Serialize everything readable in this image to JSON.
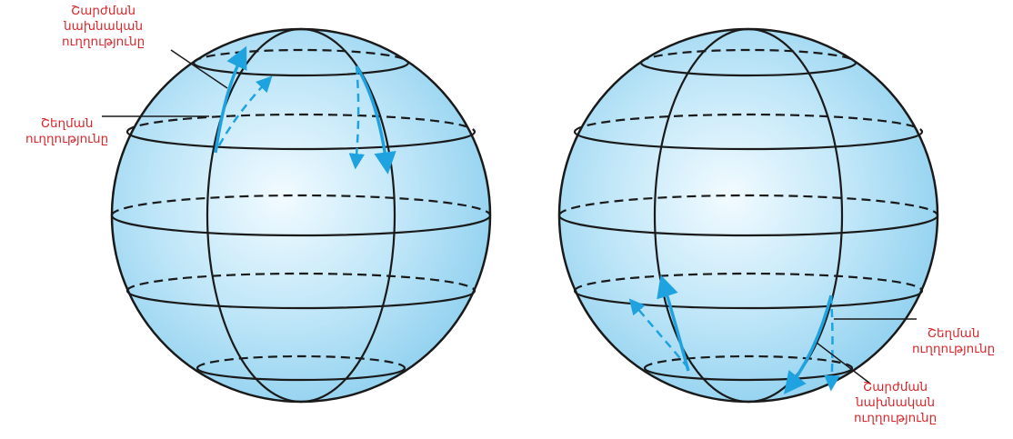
{
  "colors": {
    "label_text": "#d9262b",
    "outline": "#1a1a1a",
    "arrow": "#1fa3e0",
    "sphere_light": "#f2fbff",
    "sphere_mid": "#bfe6f8",
    "sphere_dark": "#8fd0ef"
  },
  "icons": {
    "solid_arrow": "arrow-solid-icon",
    "dashed_arrow": "arrow-dashed-icon"
  },
  "left_globe": {
    "deflection_label": {
      "line1": "Շեղման",
      "line2": "ուղղությունը"
    },
    "initial_label": {
      "line1": "Շարժման",
      "line2": "նախնական",
      "line3": "ուղղությունը"
    }
  },
  "right_globe": {
    "deflection_label": {
      "line1": "Շեղման",
      "line2": "ուղղությունը"
    },
    "initial_label": {
      "line1": "Շարժման",
      "line2": "նախնական",
      "line3": "ուղղությունը"
    }
  }
}
